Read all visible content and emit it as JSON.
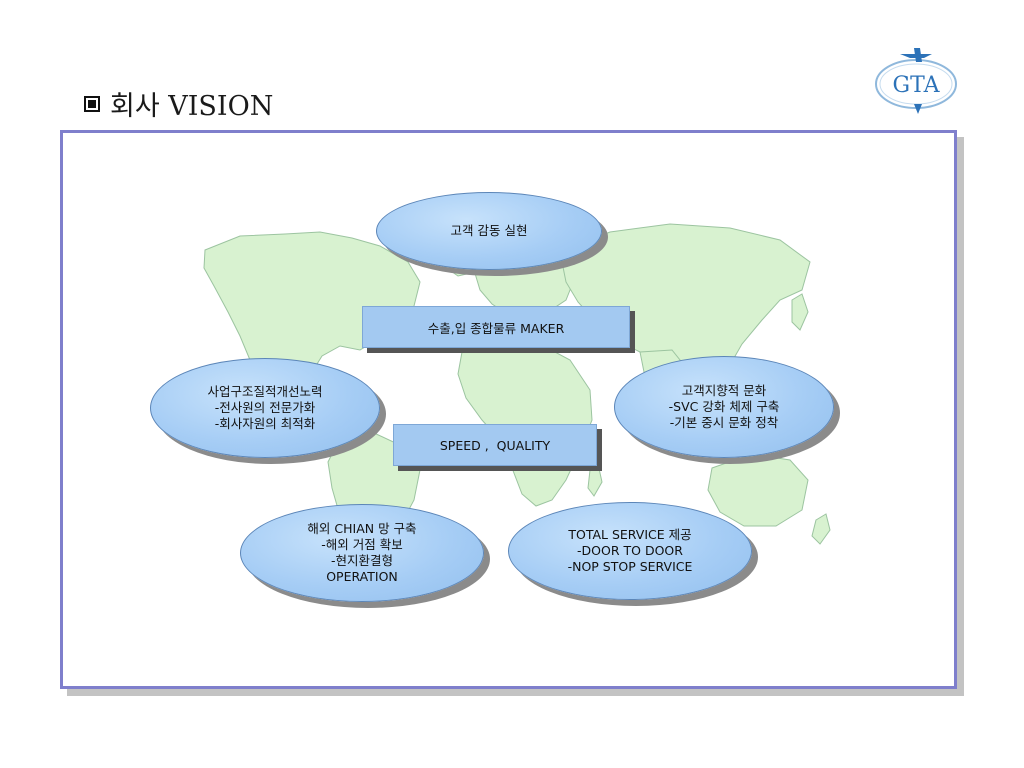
{
  "header": {
    "title": "회사 VISION",
    "logo_text": "GTA"
  },
  "diagram": {
    "top_goal": "고객 감동 실현",
    "center_box_1": "수출,입 종합물류 MAKER",
    "center_box_2": "SPEED ,  QUALITY",
    "left_pillar": {
      "lines": [
        "사업구조질적개선노력",
        "-전사원의 전문가화",
        "-회사자원의 최적화"
      ]
    },
    "right_pillar": {
      "lines": [
        "고객지향적 문화",
        "-SVC 강화 체제 구축",
        "-기본 중시 문화 정착"
      ]
    },
    "bottom_left": {
      "lines": [
        "해외 CHIAN 망 구축",
        "-해외 거점 확보",
        "-현지환결형",
        "OPERATION"
      ]
    },
    "bottom_right": {
      "lines": [
        "TOTAL SERVICE 제공",
        "-DOOR TO DOOR",
        "-NOP STOP SERVICE"
      ]
    }
  },
  "colors": {
    "frame_border": "#7f7fcc",
    "ellipse_fill": "#a6cdf5",
    "box_fill": "#a3c9f1",
    "map_land": "#d8f2d0",
    "map_outline": "#9cc4a0",
    "logo_text": "#2c72b8"
  }
}
